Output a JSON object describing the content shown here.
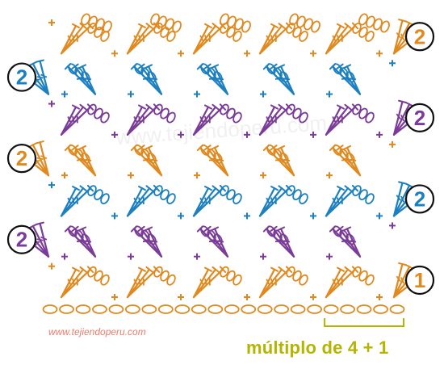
{
  "diagram": {
    "colors": {
      "orange": "#e0891f",
      "blue": "#1c7fbf",
      "purple": "#7b3b98",
      "olive": "#b5b400",
      "url_gray": "#f07a6a"
    },
    "row_labels": [
      {
        "label": "1",
        "side": "right",
        "color": "orange",
        "style": "outline"
      },
      {
        "label": "2",
        "side": "left",
        "color": "purple",
        "style": "outline"
      },
      {
        "label": "2",
        "side": "right",
        "color": "blue",
        "style": "outline"
      },
      {
        "label": "2",
        "side": "left",
        "color": "orange",
        "style": "outline"
      },
      {
        "label": "2",
        "side": "right",
        "color": "purple",
        "style": "outline"
      },
      {
        "label": "2",
        "side": "left",
        "color": "blue",
        "style": "outline"
      },
      {
        "label": "2",
        "side": "right",
        "color": "orange",
        "style": "outline"
      }
    ],
    "row_colors_bottom_to_top": [
      "orange",
      "purple",
      "blue",
      "orange",
      "purple",
      "blue",
      "orange"
    ],
    "foundation_chains": 22,
    "repeat_bracket_chains": 4,
    "site_url": "www.tejiendoperu.com",
    "repeat_label": "múltiplo de 4 + 1",
    "watermark": "www.tejiendoperu.com"
  }
}
